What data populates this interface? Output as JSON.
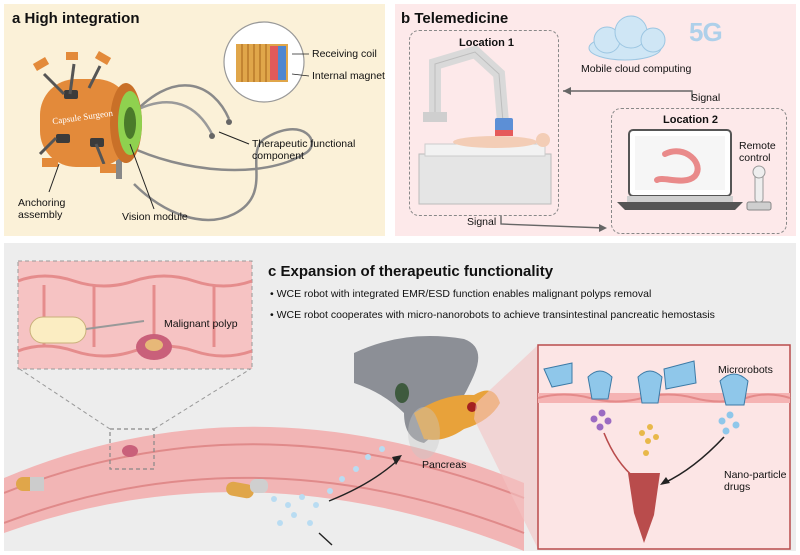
{
  "panel_a": {
    "title": "a High integration",
    "capsule_text": "Capsule Surgeon",
    "receiving_coil": "Receiving coil",
    "internal_magnet": "Internal magnet",
    "therapeutic_line1": "Therapeutic functional",
    "therapeutic_line2": "component",
    "anchoring_line1": "Anchoring",
    "anchoring_line2": "assembly",
    "vision_module": "Vision module"
  },
  "panel_b": {
    "title": "b Telemedicine",
    "location1": "Location 1",
    "location2": "Location 2",
    "mobile_cloud": "Mobile cloud computing",
    "fiveg": "5G",
    "signal_top": "Signal",
    "signal_bottom": "Signal",
    "remote_line1": "Remote",
    "remote_line2": "control"
  },
  "panel_c": {
    "title": "c Expansion of therapeutic functionality",
    "bullets": [
      "WCE robot with integrated EMR/ESD function enables malignant polyps removal",
      "WCE robot cooperates with micro-nanorobots to achieve transintestinal pancreatic hemostasis"
    ],
    "malignant_polyp": "Malignant polyp",
    "pancreas": "Pancreas",
    "microrobots": "Microrobots",
    "nano_line1": "Nano-particle",
    "nano_line2": "drugs"
  },
  "colors": {
    "panel_a_bg": "#fbf1d8",
    "panel_b_bg": "#fde9ea",
    "panel_c_bg": "#ededed",
    "capsule": "#e38a3a",
    "vision_green": "#8fd14f",
    "intestine": "#f2b5b5",
    "liver": "#8c8f96",
    "pancreas": "#e8a23a",
    "microrobot": "#8fc7ea"
  }
}
